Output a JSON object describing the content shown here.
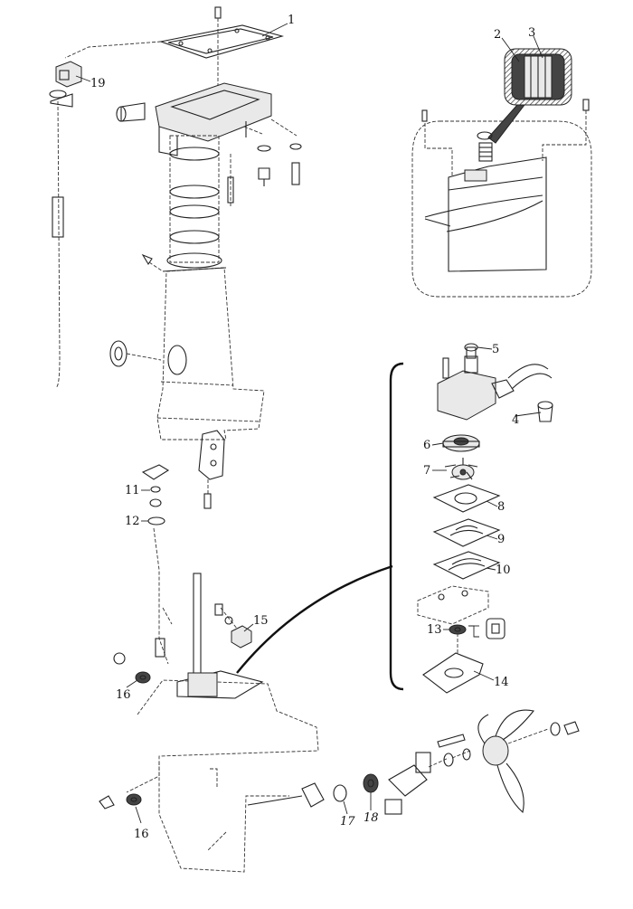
{
  "callouts": [
    {
      "id": "c1",
      "text": "1",
      "italic": false
    },
    {
      "id": "c2",
      "text": "2",
      "italic": false
    },
    {
      "id": "c3",
      "text": "3",
      "italic": false
    },
    {
      "id": "c4",
      "text": "4",
      "italic": false
    },
    {
      "id": "c5",
      "text": "5",
      "italic": false
    },
    {
      "id": "c6",
      "text": "6",
      "italic": false
    },
    {
      "id": "c7",
      "text": "7",
      "italic": false
    },
    {
      "id": "c8",
      "text": "8",
      "italic": false
    },
    {
      "id": "c9",
      "text": "9",
      "italic": false
    },
    {
      "id": "c10",
      "text": "10",
      "italic": false
    },
    {
      "id": "c11",
      "text": "11",
      "italic": false
    },
    {
      "id": "c12",
      "text": "12",
      "italic": false
    },
    {
      "id": "c13",
      "text": "13",
      "italic": false
    },
    {
      "id": "c14",
      "text": "14",
      "italic": false
    },
    {
      "id": "c15",
      "text": "15",
      "italic": false
    },
    {
      "id": "c16a",
      "text": "16",
      "italic": false
    },
    {
      "id": "c16b",
      "text": "16",
      "italic": false
    },
    {
      "id": "c17",
      "text": "17",
      "italic": true
    },
    {
      "id": "c18",
      "text": "18",
      "italic": true
    },
    {
      "id": "c19",
      "text": "19",
      "italic": false
    }
  ]
}
